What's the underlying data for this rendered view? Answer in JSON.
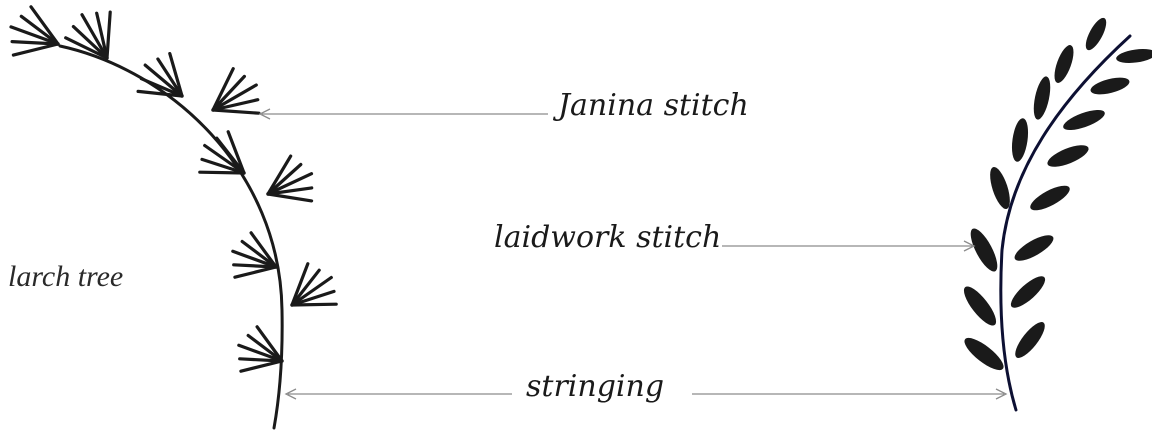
{
  "labels": {
    "janina": "Janina stitch",
    "laidwork": "laidwork stitch",
    "stringing": "stringing",
    "larch": "larch tree"
  },
  "colors": {
    "ink": "#1a1a1a",
    "pointer": "#8c8c8c",
    "fern_stem": "#0d1033",
    "background": "#ffffff"
  }
}
